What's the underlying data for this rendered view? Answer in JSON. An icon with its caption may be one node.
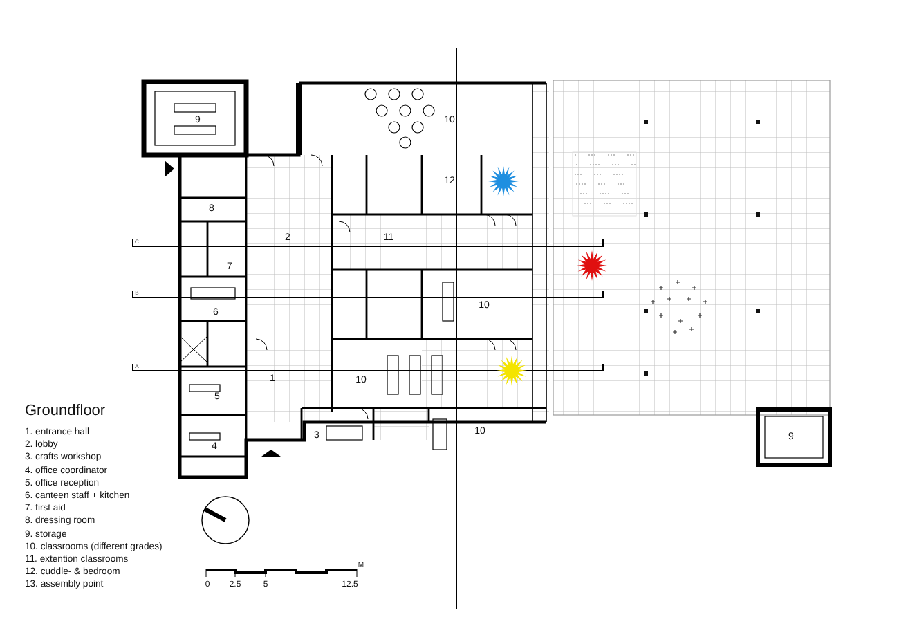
{
  "diagram": {
    "title": "Groundfloor",
    "labels": [
      "9",
      "10",
      "12",
      "8",
      "2",
      "11",
      "7",
      "10",
      "6",
      "1",
      "10",
      "5",
      "3",
      "10",
      "4",
      "9",
      "C",
      "B",
      "A",
      "1. entrance hall",
      "2. lobby",
      "3. crafts workshop",
      "4. office coordinator",
      "5. office reception",
      "6. canteen staff + kitchen",
      "7. first aid",
      "8. dressing room",
      "9. storage",
      "10. classrooms (different grades)",
      "11. extention classrooms",
      "12. cuddle- & bedroom",
      "13. assembly point",
      "0",
      "2.5",
      "5",
      "12.5",
      "M"
    ]
  }
}
